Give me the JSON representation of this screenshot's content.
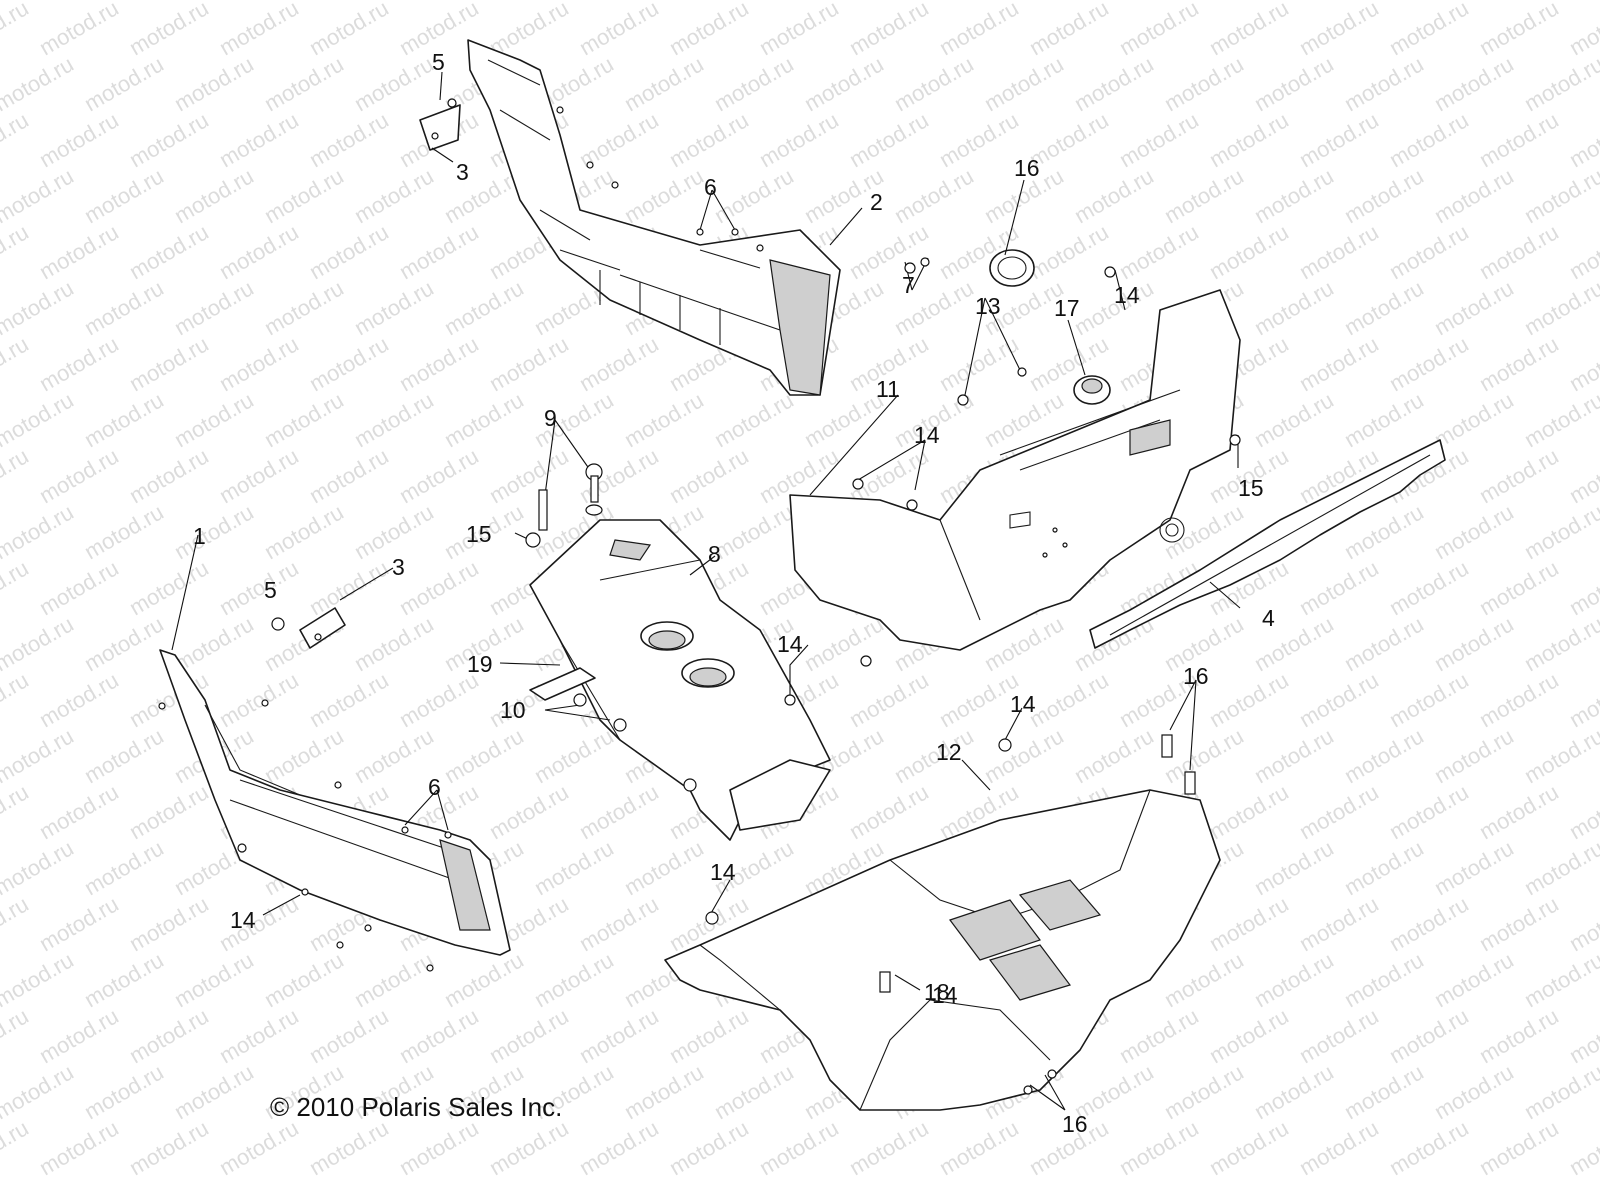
{
  "watermark": "motod.ru",
  "copyright": "© 2010 Polaris Sales Inc.",
  "callouts": [
    "1",
    "2",
    "3",
    "3",
    "4",
    "5",
    "5",
    "6",
    "6",
    "7",
    "8",
    "9",
    "10",
    "11",
    "12",
    "13",
    "14",
    "14",
    "14",
    "14",
    "14",
    "14",
    "14",
    "15",
    "15",
    "16",
    "16",
    "16",
    "17",
    "18",
    "19"
  ]
}
